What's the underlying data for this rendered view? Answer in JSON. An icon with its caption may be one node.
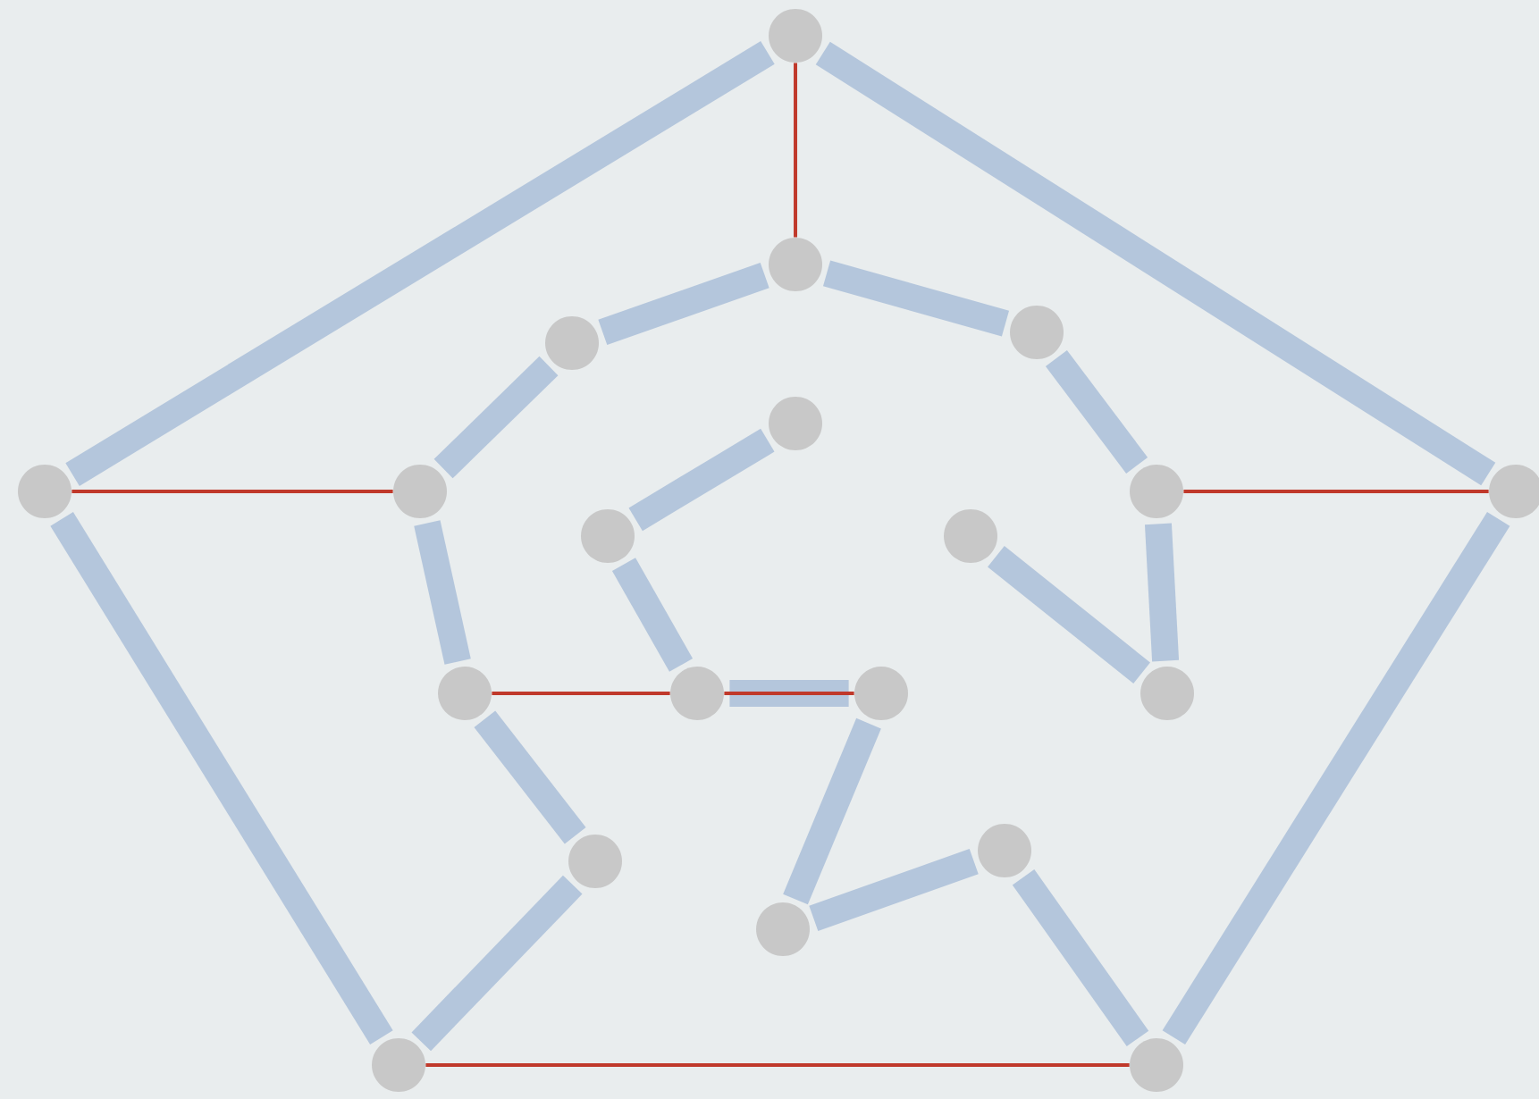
{
  "diagram": {
    "nodes": [
      {
        "text": [],
        "shape": "circle"
      },
      {
        "text": [],
        "shape": "circle"
      },
      {
        "text": [],
        "shape": "circle"
      },
      {
        "text": [],
        "shape": "circle"
      },
      {
        "text": [],
        "shape": "circle"
      },
      {
        "text": [],
        "shape": "circle"
      },
      {
        "text": [],
        "shape": "circle"
      },
      {
        "text": [],
        "shape": "circle"
      },
      {
        "text": [],
        "shape": "circle"
      },
      {
        "text": [],
        "shape": "circle"
      },
      {
        "text": [],
        "shape": "circle"
      },
      {
        "text": [],
        "shape": "circle"
      },
      {
        "text": [],
        "shape": "circle"
      },
      {
        "text": [],
        "shape": "circle"
      },
      {
        "text": [],
        "shape": "circle"
      },
      {
        "text": [],
        "shape": "circle"
      },
      {
        "text": [],
        "shape": "circle"
      },
      {
        "text": [],
        "shape": "circle"
      },
      {
        "text": [],
        "shape": "circle"
      },
      {
        "text": [],
        "shape": "circle"
      }
    ],
    "edges": [
      {
        "from": 0,
        "to": 4,
        "arrow": "none"
      },
      {
        "from": 0,
        "to": 7,
        "arrow": "none"
      },
      {
        "from": 4,
        "to": 18,
        "arrow": "none"
      },
      {
        "from": 7,
        "to": 19,
        "arrow": "none"
      },
      {
        "from": 1,
        "to": 2,
        "arrow": "none"
      },
      {
        "from": 1,
        "to": 3,
        "arrow": "none"
      },
      {
        "from": 2,
        "to": 5,
        "arrow": "none"
      },
      {
        "from": 3,
        "to": 6,
        "arrow": "none"
      },
      {
        "from": 5,
        "to": 11,
        "arrow": "none"
      },
      {
        "from": 11,
        "to": 15,
        "arrow": "none"
      },
      {
        "from": 15,
        "to": 18,
        "arrow": "none"
      },
      {
        "from": 6,
        "to": 14,
        "arrow": "none"
      },
      {
        "from": 14,
        "to": 10,
        "arrow": "none"
      },
      {
        "from": 8,
        "to": 9,
        "arrow": "none"
      },
      {
        "from": 9,
        "to": 12,
        "arrow": "none"
      },
      {
        "from": 12,
        "to": 13,
        "arrow": "none"
      },
      {
        "from": 13,
        "to": 17,
        "arrow": "none"
      },
      {
        "from": 17,
        "to": 16,
        "arrow": "none"
      },
      {
        "from": 16,
        "to": 19,
        "arrow": "none"
      },
      {
        "from": 0,
        "to": 1,
        "arrow": "none",
        "color": "#c0392b"
      },
      {
        "from": 4,
        "to": 5,
        "arrow": "none",
        "color": "#c0392b"
      },
      {
        "from": 6,
        "to": 7,
        "arrow": "none",
        "color": "#c0392b"
      },
      {
        "from": 11,
        "to": 12,
        "arrow": "none",
        "color": "#c0392b"
      },
      {
        "from": 12,
        "to": 13,
        "arrow": "none",
        "color": "#c0392b"
      },
      {
        "from": 18,
        "to": 19,
        "arrow": "none",
        "color": "#c0392b"
      }
    ]
  }
}
